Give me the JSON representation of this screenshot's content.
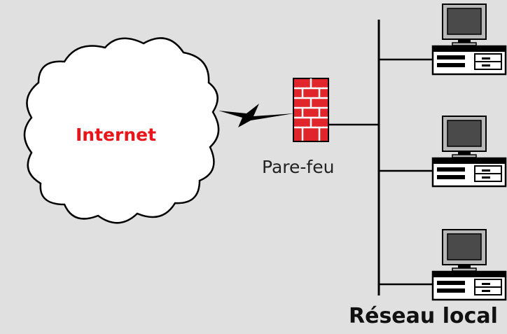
{
  "nodes": {
    "internet": {
      "label": "Internet",
      "color": "#e8161a",
      "icon": "cloud-icon"
    },
    "firewall": {
      "label": "Pare-feu",
      "color": "#e0252b",
      "icon": "brick-wall-icon"
    },
    "lan": {
      "label": "Réseau local"
    },
    "computers": [
      {
        "icon": "desktop-computer-icon"
      },
      {
        "icon": "desktop-computer-icon"
      },
      {
        "icon": "desktop-computer-icon"
      }
    ]
  },
  "edges": [
    {
      "from": "internet",
      "to": "firewall",
      "style": "lightning-bolt"
    },
    {
      "from": "firewall",
      "to": "lan",
      "style": "line"
    },
    {
      "from": "lan",
      "to": "computers",
      "style": "bus"
    }
  ]
}
